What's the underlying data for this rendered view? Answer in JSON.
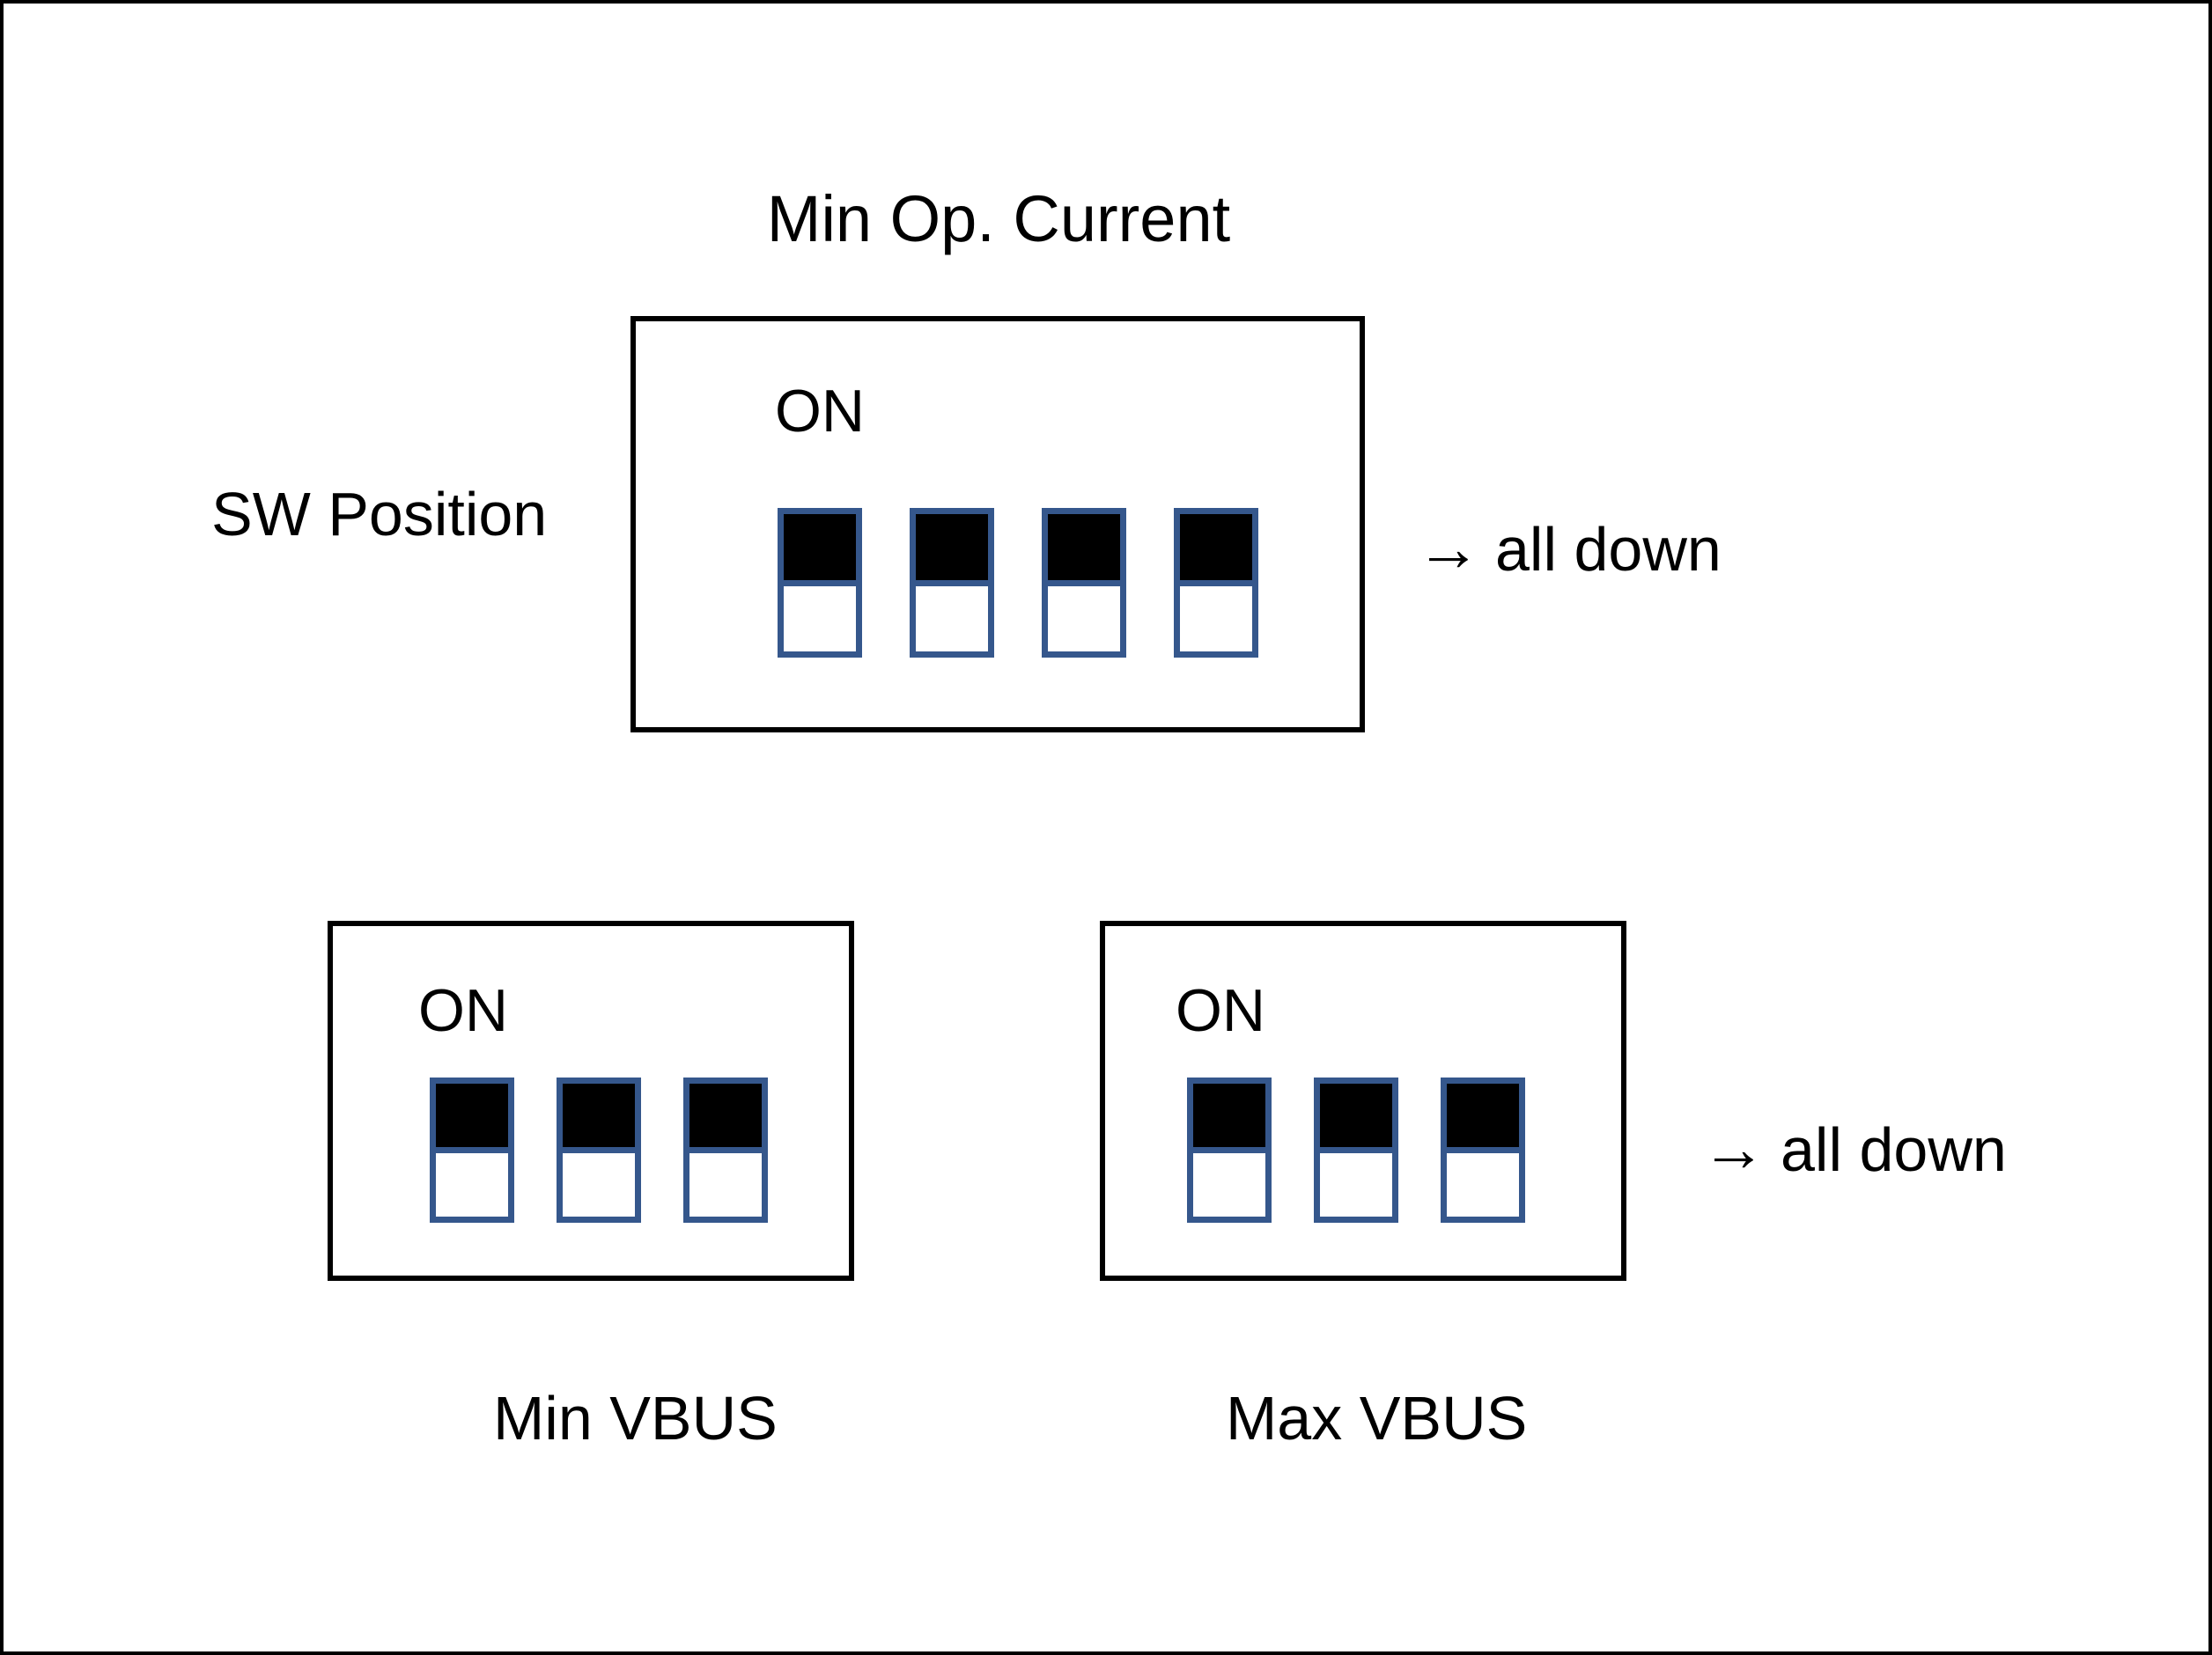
{
  "page": {
    "title": "Min Op. Current",
    "border_color": "#000000",
    "background": "#ffffff"
  },
  "labels": {
    "sw_position": "SW Position",
    "on": "ON",
    "arrow_glyph": "→",
    "all_down_text": "all down"
  },
  "colors": {
    "switch_border": "#35578C",
    "lever_on": "#000000",
    "lever_off": "#ffffff",
    "box_border": "#000000",
    "text": "#000000"
  },
  "blocks": [
    {
      "id": "block-top",
      "name": "min-op-current",
      "on_label": "ON",
      "switch_count": 4,
      "caption": "",
      "annotation": "all down",
      "switches": [
        {
          "index": 1,
          "position": "down",
          "state": "off"
        },
        {
          "index": 2,
          "position": "down",
          "state": "off"
        },
        {
          "index": 3,
          "position": "down",
          "state": "off"
        },
        {
          "index": 4,
          "position": "down",
          "state": "off"
        }
      ]
    },
    {
      "id": "block-min",
      "name": "min-vbus",
      "on_label": "ON",
      "switch_count": 3,
      "caption": "Min VBUS",
      "annotation": "",
      "switches": [
        {
          "index": 1,
          "position": "down",
          "state": "off"
        },
        {
          "index": 2,
          "position": "down",
          "state": "off"
        },
        {
          "index": 3,
          "position": "down",
          "state": "off"
        }
      ]
    },
    {
      "id": "block-max",
      "name": "max-vbus",
      "on_label": "ON",
      "switch_count": 3,
      "caption": "Max VBUS",
      "annotation": "all down",
      "switches": [
        {
          "index": 1,
          "position": "down",
          "state": "off"
        },
        {
          "index": 2,
          "position": "down",
          "state": "off"
        },
        {
          "index": 3,
          "position": "down",
          "state": "off"
        }
      ]
    }
  ],
  "annotations": {
    "top": "all down",
    "bottom": "all down"
  },
  "captions": {
    "min_vbus": "Min VBUS",
    "max_vbus": "Max VBUS"
  }
}
